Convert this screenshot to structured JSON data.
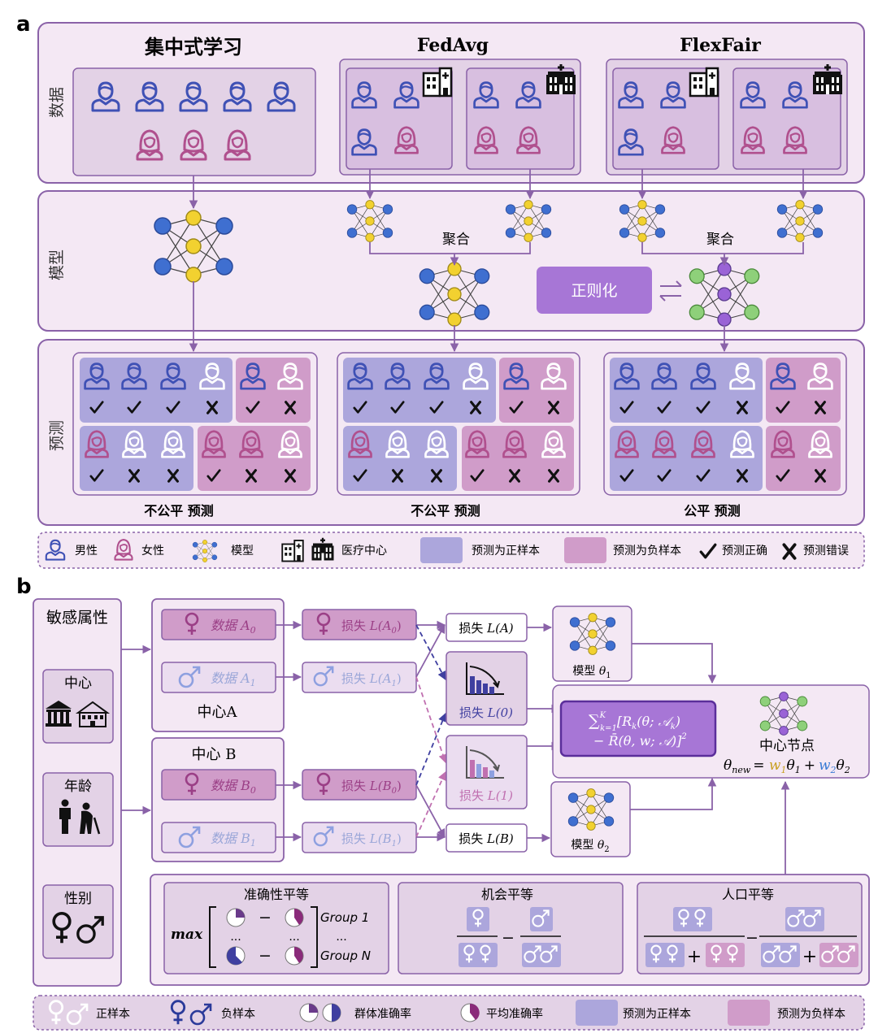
{
  "panel_a": {
    "label": "a",
    "columns": [
      "集中式学习",
      "FedAvg",
      "FlexFair"
    ],
    "rows": [
      "数据",
      "模型",
      "预测"
    ],
    "aggregate": "聚合",
    "regularize": "正则化",
    "outcomes": [
      "不公平 预测",
      "不公平 预测",
      "公平 预测"
    ],
    "legend": {
      "male": "男性",
      "female": "女性",
      "model": "模型",
      "center": "医疗中心",
      "pos": "预测为正样本",
      "neg": "预测为负样本",
      "correct": "预测正确",
      "wrong": "预测错误"
    },
    "colors": {
      "male": "#3f51b5",
      "female": "#b0508e",
      "pos_fill": "#aca6dc",
      "neg_fill": "#d09cc9",
      "panel_fill": "#f4e8f4",
      "border": "#8a62a8",
      "reg_fill": "#a776d6"
    }
  },
  "panel_b": {
    "label": "b",
    "attributes_title": "敏感属性",
    "attributes": [
      "中心",
      "年龄",
      "性别"
    ],
    "center_a": "中心A",
    "center_b": "中心 B",
    "data_labels": [
      "数据 A",
      "数据 A",
      "数据 B",
      "数据 B"
    ],
    "data_subs": [
      "0",
      "1",
      "0",
      "1"
    ],
    "loss_prefix": "损失",
    "loss_group": [
      "L(A",
      "L(A",
      "L(B",
      "L(B"
    ],
    "loss_center": [
      "L(A)",
      "L(B)"
    ],
    "loss_class": [
      "L(0)",
      "L(1)"
    ],
    "model_label": "模型",
    "theta": [
      "θ",
      "θ"
    ],
    "theta_subs": [
      "1",
      "2"
    ],
    "formula_1": "∑",
    "formula_1b": "[R",
    "formula_1c": "(θ; 𝒜",
    "formula_1d": ")",
    "formula_2": "− R̄(θ, w; 𝒜)]",
    "formula_2sup": "2",
    "formula_sup_k": "K",
    "formula_sub_k": "k=1",
    "formula_sub_k2": "k",
    "formula_sub_k3": "k",
    "central_node": "中心节点",
    "theta_new": "θ",
    "theta_new_sub": "new",
    "theta_new_eq": "= ",
    "w1": "w",
    "w2": "w",
    "plus": "+",
    "metrics": [
      "准确性平等",
      "机会平等",
      "人口平等"
    ],
    "max": "max",
    "group1": "Group 1",
    "groupN": "Group N",
    "ellipsis": "...",
    "minus": "−",
    "legend": {
      "pos_sample": "正样本",
      "neg_sample": "负样本",
      "group_acc": "群体准确率",
      "avg_acc": "平均准确率",
      "pos": "预测为正样本",
      "neg": "预测为负样本"
    },
    "colors": {
      "female": "#b0508e",
      "male": "#8ea0e0",
      "w1": "#c8a020",
      "w2": "#3a7bd5",
      "formula_fill": "#a776d6"
    }
  }
}
